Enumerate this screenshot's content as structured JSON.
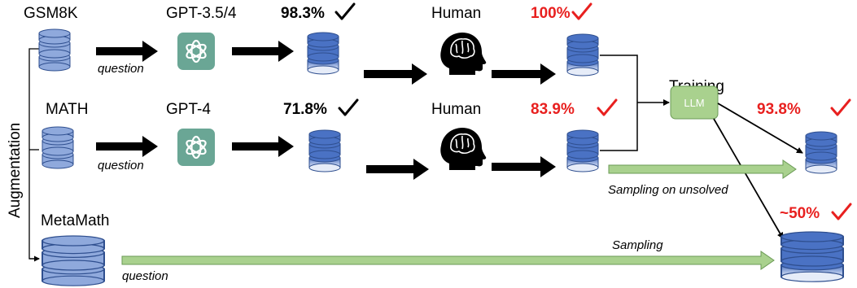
{
  "labels": {
    "gsm8k": "GSM8K",
    "math": "MATH",
    "metamath": "MetaMath",
    "gpt35": "GPT-3.5/4",
    "gpt4": "GPT-4",
    "human": "Human",
    "training": "Training",
    "llm": "LLM",
    "augmentation": "Augmentation",
    "question": "question",
    "sampling_unsolved": "Sampling on unsolved",
    "sampling": "Sampling"
  },
  "scores": {
    "gsm8k_gpt": "98.3%",
    "math_gpt": "71.8%",
    "gsm8k_human": "100%",
    "math_human": "83.9%",
    "llm_result": "93.8%",
    "metamath_result": "~50%"
  },
  "colors": {
    "db_light": "#8fa9dc",
    "db_dark": "#4a72c4",
    "openai_bg": "#6aa695",
    "llm_bg": "#a9d18e",
    "green_arrow": "#a9d18e",
    "red": "#e8201f"
  }
}
